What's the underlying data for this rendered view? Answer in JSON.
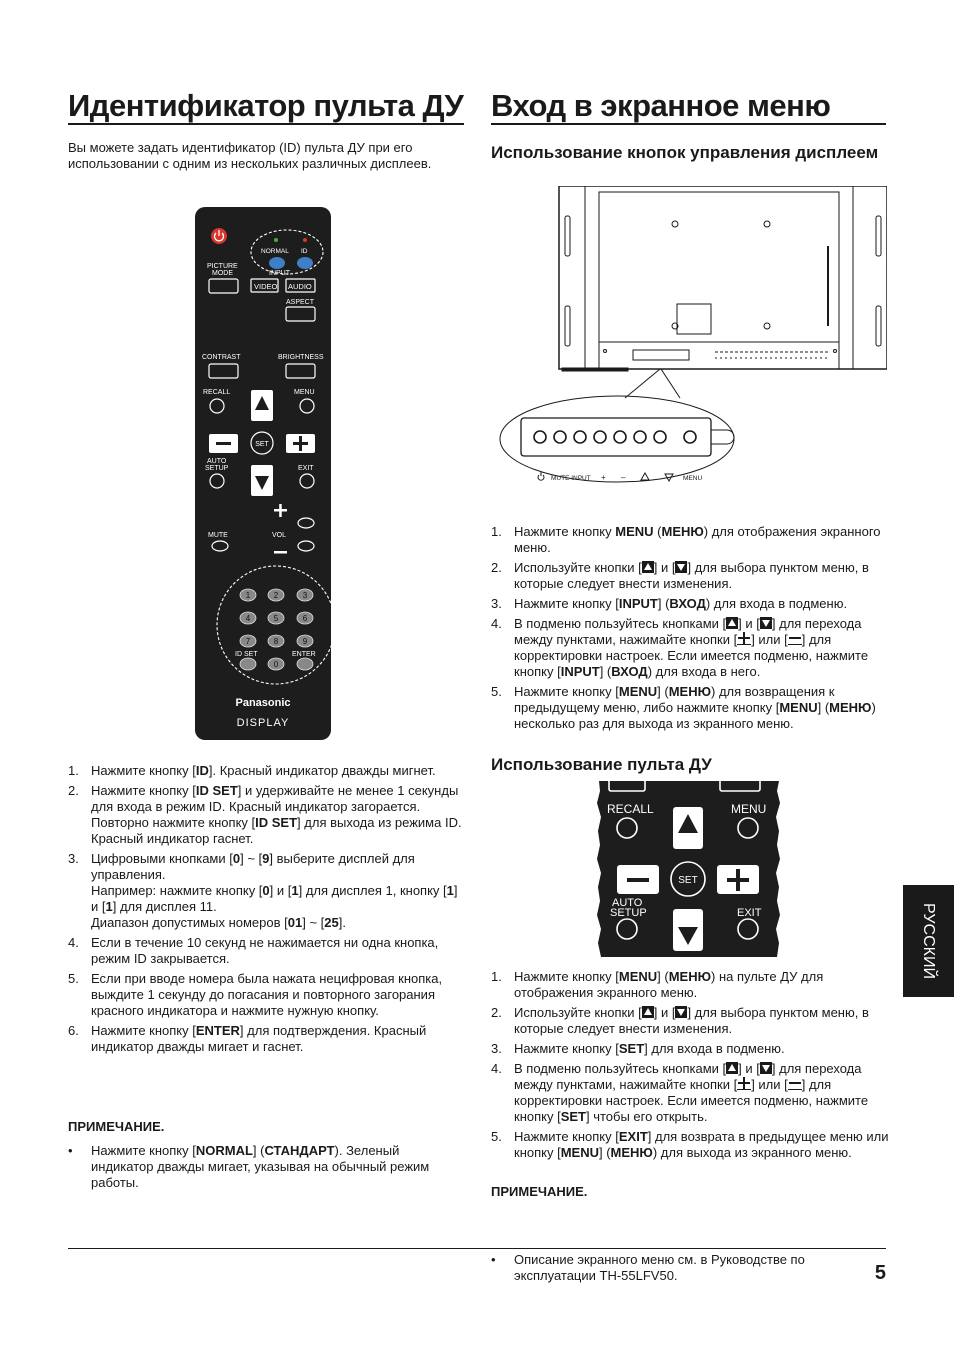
{
  "left": {
    "title": "Идентификатор пульта ДУ",
    "intro": "Вы можете задать идентификатор (ID) пульта ДУ при его использовании с одним из нескольких различных дисплеев.",
    "remote": {
      "labels": {
        "normal": "NORMAL",
        "id": "ID",
        "picture_mode": "PICTURE\nMODE",
        "input": "INPUT",
        "video": "VIDEO",
        "audio": "AUDIO",
        "aspect": "ASPECT",
        "contrast": "CONTRAST",
        "brightness": "BRIGHTNESS",
        "recall": "RECALL",
        "menu": "MENU",
        "set": "SET",
        "auto_setup": "AUTO\nSETUP",
        "exit": "EXIT",
        "mute": "MUTE",
        "vol": "VOL",
        "id_set": "ID SET",
        "enter": "ENTER",
        "brand": "Panasonic",
        "model": "DISPLAY"
      },
      "digits": [
        "1",
        "2",
        "3",
        "4",
        "5",
        "6",
        "7",
        "8",
        "9",
        "0"
      ]
    },
    "steps": [
      {
        "num": "1.",
        "html": "Нажмите кнопку [<b>ID</b>]. Красный индикатор дважды мигнет."
      },
      {
        "num": "2.",
        "html": "Нажмите кнопку [<b>ID SET</b>] и удерживайте не менее 1 секунды для входа в режим ID. Красный индикатор загорается.<br>Повторно нажмите кнопку [<b>ID SET</b>] для выхода из режима ID. Красный индикатор гаснет."
      },
      {
        "num": "3.",
        "html": "Цифровыми кнопками [<b>0</b>] ~ [<b>9</b>] выберите дисплей для управления.<br>Например: нажмите кнопку [<b>0</b>] и [<b>1</b>] для дисплея 1, кнопку [<b>1</b>] и [<b>1</b>] для дисплея 11.<br>Диапазон допустимых номеров [<b>01</b>] ~ [<b>25</b>]."
      },
      {
        "num": "4.",
        "html": "Если в течение 10 секунд не нажимается ни одна кнопка, режим ID закрывается."
      },
      {
        "num": "5.",
        "html": "Если при вводе номера была нажата нецифровая кнопка, выждите 1 секунду до погасания и повторного загорания красного индикатора и нажмите нужную кнопку."
      },
      {
        "num": "6.",
        "html": "Нажмите кнопку [<b>ENTER</b>] для подтверждения. Красный индикатор дважды мигает и гаснет."
      }
    ],
    "note_heading": "ПРИМЕЧАНИЕ.",
    "note_bullet": "•",
    "note_html": "Нажмите кнопку [<b>NORMAL</b>] (<b>СТАНДАРТ</b>). Зеленый индикатор дважды мигает, указывая на обычный режим работы."
  },
  "right": {
    "title": "Вход в экранное меню",
    "sub1": "Использование кнопок управления дисплеем",
    "panel_labels": {
      "mute_input": "MUTE INPUT",
      "plus": "+",
      "minus": "–",
      "menu": "MENU"
    },
    "steps1": [
      {
        "num": "1.",
        "html": "Нажмите кнопку <b>MENU</b> (<b>МЕНЮ</b>) для отображения экранного меню."
      },
      {
        "num": "2.",
        "html": "Используйте кнопки [<span class='tri-up'></span>] и [<span class='tri-dn'></span>] для выбора пунктом меню, в которые следует внести изменения."
      },
      {
        "num": "3.",
        "html": "Нажмите кнопку [<b>INPUT</b>] (<b>ВХОД</b>) для входа в подменю."
      },
      {
        "num": "4.",
        "html": "В подменю пользуйтесь кнопками [<span class='tri-up'></span>] и [<span class='tri-dn'></span>] для перехода между пунктами, нажимайте кнопки [<span class='pm plus'></span>] или [<span class='pm'></span>] для корректировки настроек. Если имеется подменю, нажмите кнопку [<b>INPUT</b>] (<b>ВХОД</b>) для входа в него."
      },
      {
        "num": "5.",
        "html": "Нажмите кнопку [<b>MENU</b>] (<b>МЕНЮ</b>) для возвращения к предыдущему меню, либо нажмите кнопку [<b>MENU</b>] (<b>МЕНЮ</b>) несколько раз для выхода из экранного меню."
      }
    ],
    "sub2": "Использование пульта ДУ",
    "zoom_labels": {
      "recall": "RECALL",
      "menu": "MENU",
      "set": "SET",
      "auto_setup": "AUTO\nSETUP",
      "exit": "EXIT"
    },
    "steps2": [
      {
        "num": "1.",
        "html": "Нажмите кнопку [<b>MENU</b>] (<b>МЕНЮ</b>) на пульте ДУ для отображения экранного меню."
      },
      {
        "num": "2.",
        "html": "Используйте кнопки [<span class='tri-up'></span>] и [<span class='tri-dn'></span>] для выбора пунктом меню, в которые следует внести изменения."
      },
      {
        "num": "3.",
        "html": "Нажмите кнопку [<b>SET</b>] для входа в подменю."
      },
      {
        "num": "4.",
        "html": "В подменю пользуйтесь кнопками [<span class='tri-up'></span>] и [<span class='tri-dn'></span>] для перехода между пунктами, нажимайте кнопки [<span class='pm plus'></span>] или [<span class='pm'></span>] для корректировки настроек. Если имеется подменю, нажмите кнопку [<b>SET</b>] чтобы его открыть."
      },
      {
        "num": "5.",
        "html": "Нажмите кнопку [<b>EXIT</b>] для возврата в предыдущее меню или кнопку [<b>MENU</b>] (<b>МЕНЮ</b>) для выхода из экранного меню."
      }
    ],
    "note_heading": "ПРИМЕЧАНИЕ.",
    "note_bullet": "•",
    "note_text": "Описание экранного меню см. в Руководстве по эксплуатации TH-55LFV50."
  },
  "side_tab": "РУССКИЙ",
  "page_number": "5"
}
